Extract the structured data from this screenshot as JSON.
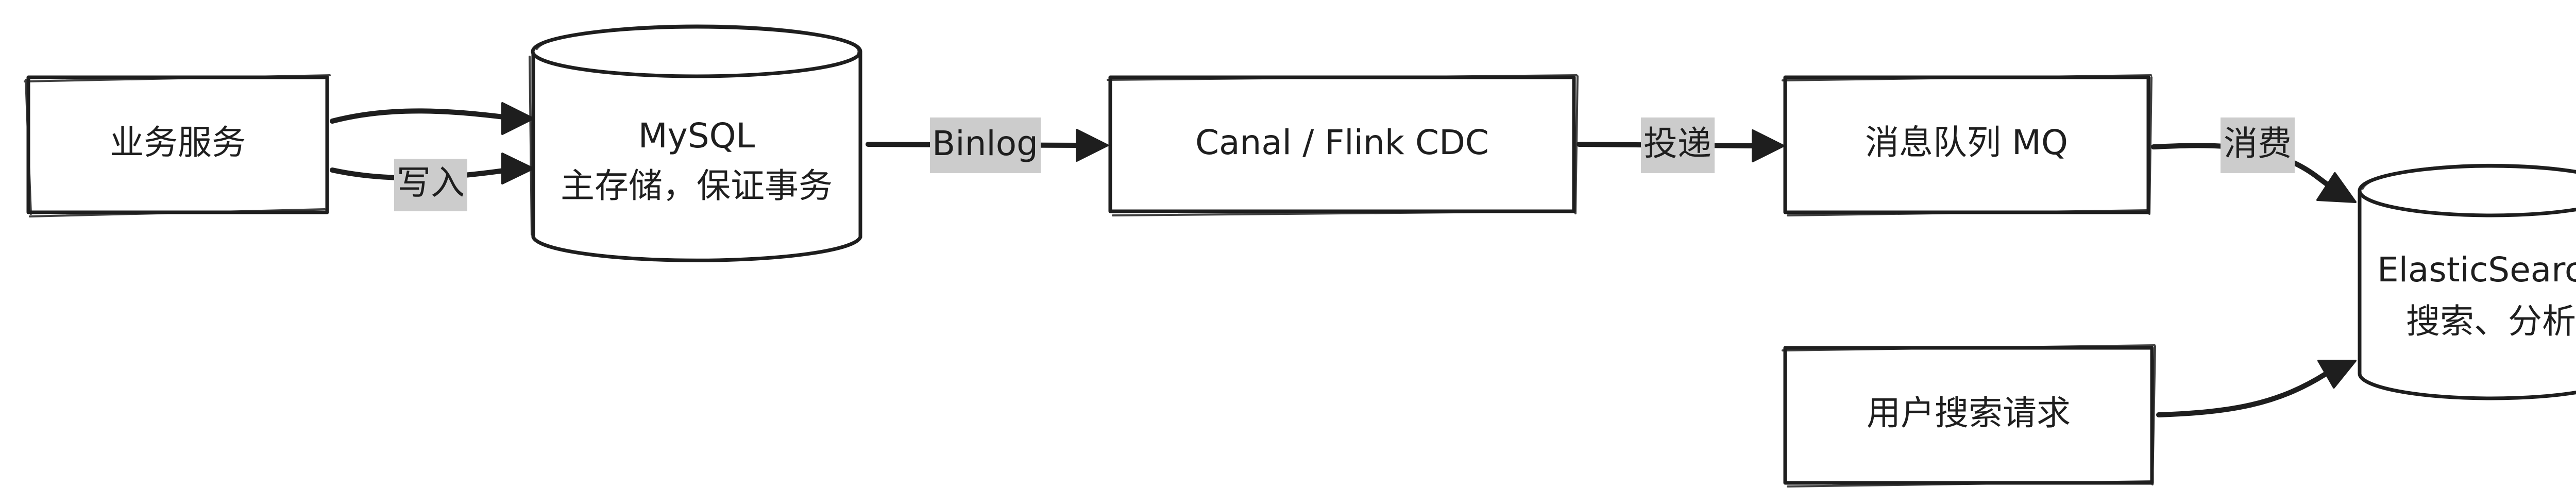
{
  "colors": {
    "stroke": "#1e1e1e",
    "background": "#ffffff",
    "label_background": "#cccccc"
  },
  "nodes": {
    "business": {
      "label": "业务服务",
      "shape": "rectangle"
    },
    "mysql": {
      "line1": "MySQL",
      "line2": "主存储，保证事务",
      "shape": "cylinder"
    },
    "canal": {
      "label": "Canal / Flink CDC",
      "shape": "rectangle"
    },
    "mq": {
      "label": "消息队列 MQ",
      "shape": "rectangle"
    },
    "es": {
      "line1": "ElasticSearch",
      "line2": "搜索、分析",
      "shape": "cylinder"
    },
    "user": {
      "label": "用户搜索请求",
      "shape": "rectangle"
    }
  },
  "edges": {
    "business_to_mysql_top": {
      "label": ""
    },
    "business_to_mysql_write": {
      "label": "写入"
    },
    "mysql_to_canal": {
      "label": "Binlog"
    },
    "canal_to_mq": {
      "label": "投递"
    },
    "mq_to_es": {
      "label": "消费"
    },
    "user_to_es": {
      "label": ""
    }
  }
}
